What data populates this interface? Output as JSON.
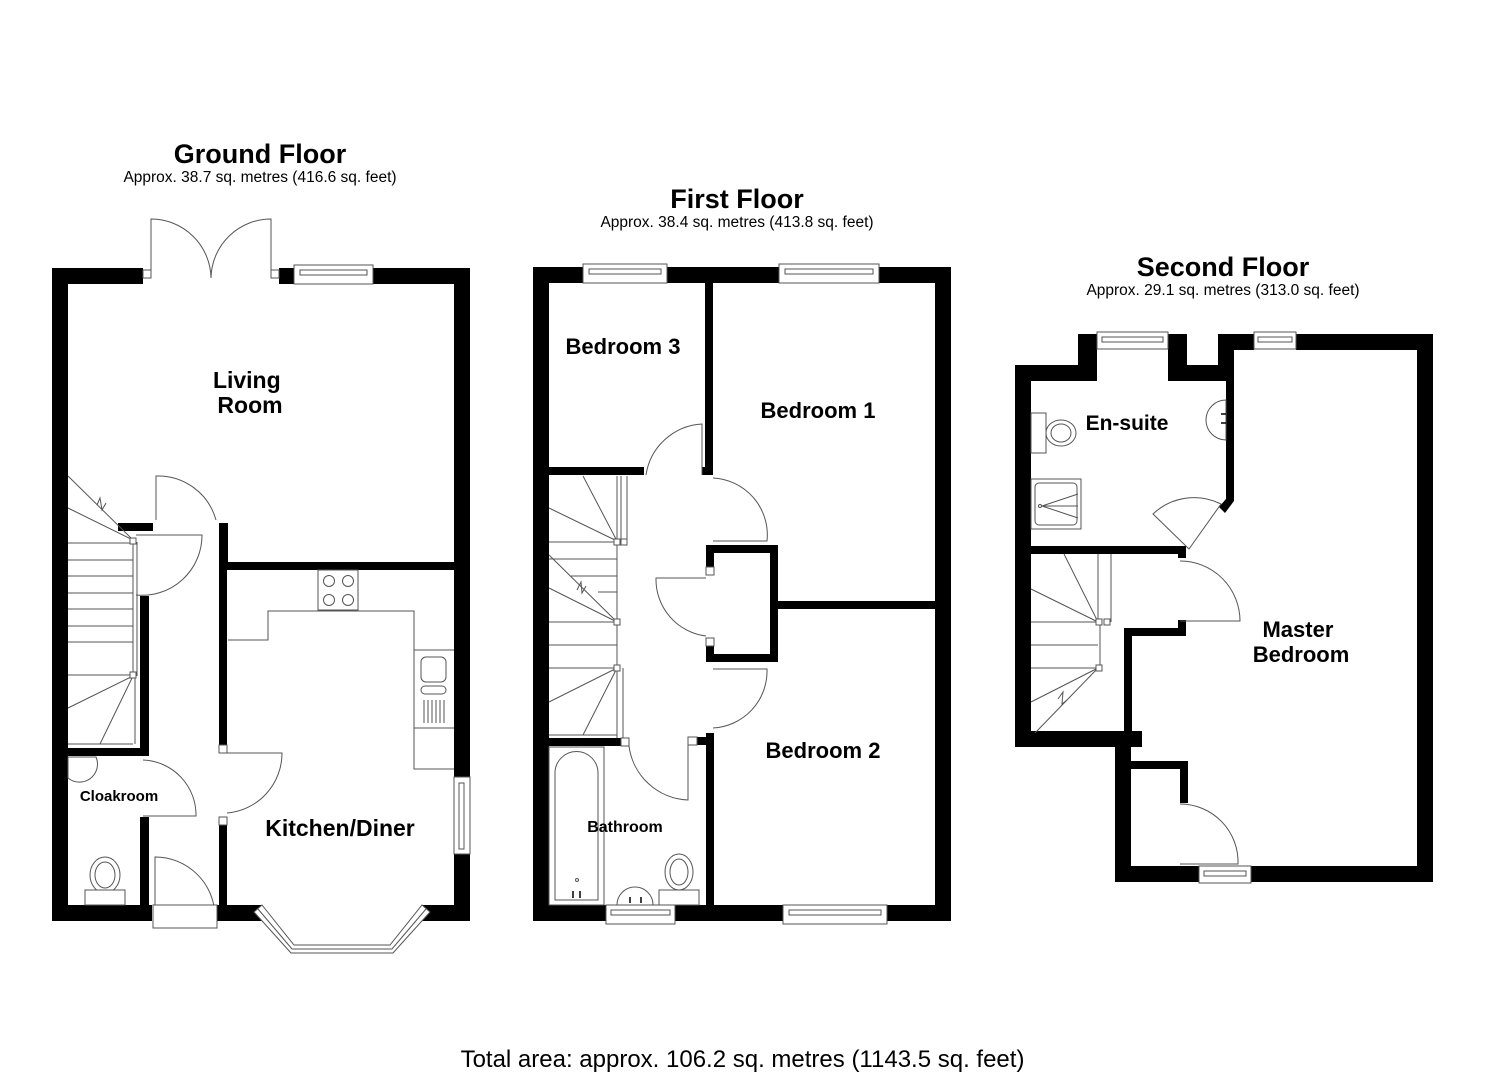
{
  "floors": [
    {
      "id": "ground",
      "title": "Ground Floor",
      "area": "Approx. 38.7 sq. metres (416.6 sq. feet)",
      "rooms": [
        {
          "name": "living-room",
          "label_lines": [
            "Living",
            "Room"
          ]
        },
        {
          "name": "kitchen-diner",
          "label_lines": [
            "Kitchen/Diner"
          ]
        },
        {
          "name": "cloakroom",
          "label_lines": [
            "Cloakroom"
          ]
        }
      ]
    },
    {
      "id": "first",
      "title": "First Floor",
      "area": "Approx. 38.4 sq. metres (413.8 sq. feet)",
      "rooms": [
        {
          "name": "bedroom-3",
          "label_lines": [
            "Bedroom 3"
          ]
        },
        {
          "name": "bedroom-1",
          "label_lines": [
            "Bedroom 1"
          ]
        },
        {
          "name": "bedroom-2",
          "label_lines": [
            "Bedroom 2"
          ]
        },
        {
          "name": "bathroom",
          "label_lines": [
            "Bathroom"
          ]
        }
      ]
    },
    {
      "id": "second",
      "title": "Second Floor",
      "area": "Approx. 29.1 sq. metres (313.0 sq. feet)",
      "rooms": [
        {
          "name": "en-suite",
          "label_lines": [
            "En-suite"
          ]
        },
        {
          "name": "master-bedroom",
          "label_lines": [
            "Master",
            "Bedroom"
          ]
        }
      ]
    }
  ],
  "total_area": "Total area: approx. 106.2 sq. metres (1143.5 sq. feet)",
  "colors": {
    "wall": "#000000",
    "fixture_line": "#555555",
    "background": "#ffffff"
  }
}
